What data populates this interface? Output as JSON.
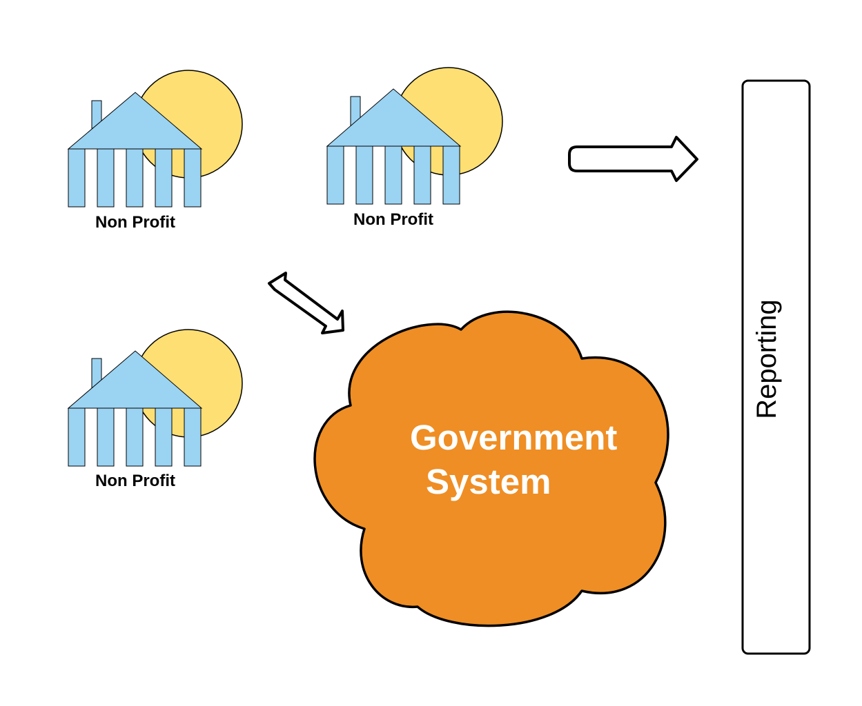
{
  "colors": {
    "sun": "#fddf73",
    "building": "#9bd3f2",
    "cloud": "#ef8e24",
    "outline": "#000000",
    "cloud_text": "#ffffff"
  },
  "nonprofits": [
    {
      "label": "Non Profit"
    },
    {
      "label": "Non Profit"
    },
    {
      "label": "Non Profit"
    }
  ],
  "cloud": {
    "line1": "Government",
    "line2": "System"
  },
  "reporting": {
    "label": "Reporting"
  },
  "icons": {
    "building": "bank-building-icon",
    "sun": "sun-icon",
    "right_arrow": "right-arrow-icon",
    "double_arrow": "double-arrow-icon",
    "cloud": "cloud-icon"
  }
}
